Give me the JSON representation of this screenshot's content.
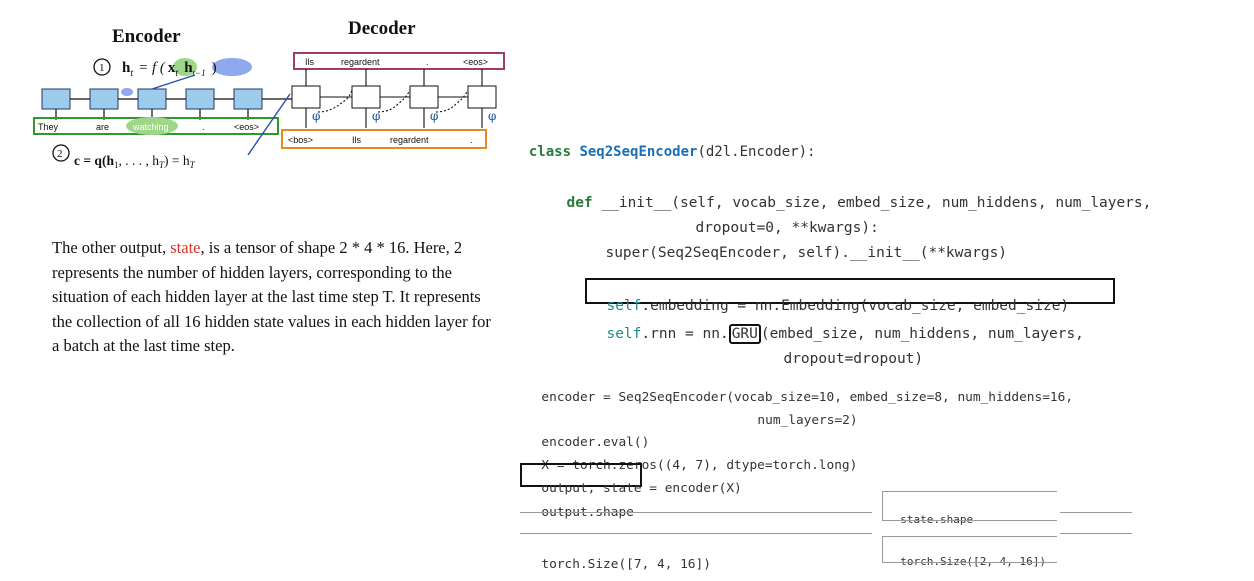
{
  "diagram": {
    "encoder_title": "Encoder",
    "decoder_title": "Decoder",
    "eq1_marker": "1",
    "eq2_marker": "2",
    "eq1_lhs": "h",
    "eq1_sub_t": "t",
    "eq1_eq": "= f (",
    "eq1_x": "x",
    "eq1_x_sub": "t",
    "eq1_h": "h",
    "eq1_h_sub": "t−1",
    "eq1_close": ")",
    "eq2_text": "c = q(h",
    "eq2_sub1": "1",
    "eq2_mid": ", . . . , h",
    "eq2_subT": "T",
    "eq2_end": ") = h",
    "eq2_subT2": "T",
    "encoder_tokens": [
      "They",
      "are",
      "watching",
      ".",
      "<eos>"
    ],
    "decoder_outputs": [
      "Ils",
      "regardent",
      ".",
      "<eos>"
    ],
    "decoder_inputs": [
      "<bos>",
      "Ils",
      "regardent",
      "."
    ]
  },
  "paragraph": {
    "before": "The other output, ",
    "state_word": "state",
    "after": ", is a tensor of shape 2 * 4 * 16. Here, 2 represents the number of hidden layers, corresponding to the situation of each hidden layer at the last time step T. It represents the collection of all 16 hidden state values in each hidden layer for a batch at the last time step."
  },
  "code": {
    "class_kw": "class ",
    "class_name": "Seq2SeqEncoder",
    "class_rest": "(d2l.Encoder):",
    "def_kw": "def ",
    "def_rest": "__init__(self, vocab_size, embed_size, num_hiddens, num_layers,",
    "def_line2": "dropout=0, **kwargs):",
    "super_line": "super(Seq2SeqEncoder, self).__init__(**kwargs)",
    "emb_self": "self",
    "emb_rest": ".embedding = nn.Embedding(vocab_size, embed_size)",
    "rnn_self": "self",
    "rnn_pre": ".rnn = nn.",
    "rnn_gru": "GRU",
    "rnn_post": "(embed_size, num_hiddens, num_layers,",
    "rnn_line2": "dropout=dropout)",
    "enc_line1": "encoder = Seq2SeqEncoder(vocab_size=10, embed_size=8, num_hiddens=16,",
    "enc_line2": "num_layers=2)",
    "eval_line": "encoder.eval()",
    "x_line": "X = torch.zeros((4, 7), dtype=torch.long)",
    "out_boxed": "output, state",
    "out_rest": " = encoder(X)",
    "out_shape": "output.shape",
    "out_size": "torch.Size([7, 4, 16])",
    "state_shape": "state.shape",
    "state_size": "torch.Size([2, 4, 16])"
  },
  "colors": {
    "encoder_box": "#2e9a2e",
    "decoder_out_box": "#a23a6a",
    "decoder_in_box": "#e58a1f",
    "cell_fill": "#9ccbee",
    "watching_fill": "#9ed68a",
    "state_word": "#e0322b"
  }
}
